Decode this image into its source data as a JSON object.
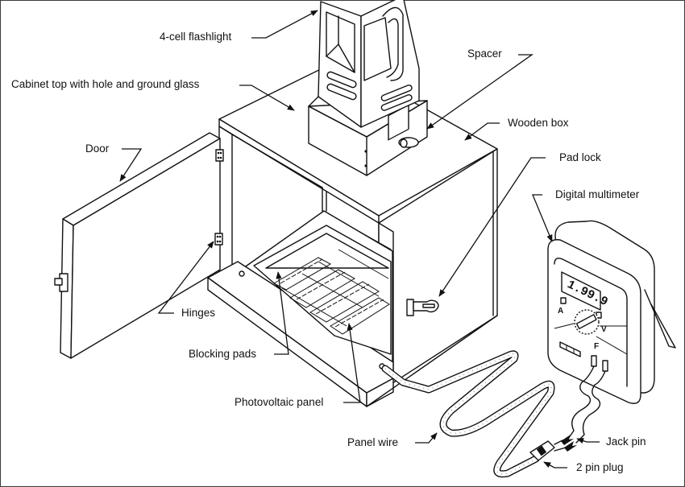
{
  "diagram": {
    "title": "Photovoltaic panel test cabinet apparatus",
    "labels": {
      "flashlight": "4-cell flashlight",
      "cabinet_top": "Cabinet top with hole and ground glass",
      "spacer": "Spacer",
      "wooden_box": "Wooden box",
      "door": "Door",
      "pad_lock": "Pad lock",
      "digital_multimeter": "Digital multimeter",
      "hinges": "Hinges",
      "blocking_pads": "Blocking pads",
      "photovoltaic_panel": "Photovoltaic panel",
      "panel_wire": "Panel wire",
      "jack_pin": "Jack pin",
      "two_pin_plug": "2 pin plug"
    },
    "multimeter": {
      "display_value": "1.99.9",
      "display_prefix": "↑",
      "dial_marks": {
        "amps": "A",
        "volts": "V",
        "farads": "F"
      }
    }
  }
}
